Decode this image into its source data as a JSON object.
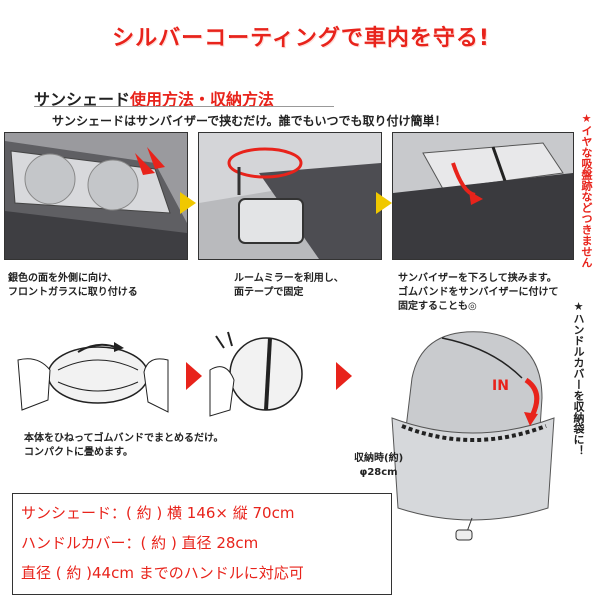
{
  "headline": "シルバーコーティングで車内を守る!",
  "section_title": {
    "part1": "サンシェード",
    "part2": "使用方法・収納方法"
  },
  "instruction": "サンシェードはサンバイザーで挟むだけ。誰でもいつでも取り付け簡単！",
  "side_note": "★イヤな吸盤跡などつきません",
  "steps": [
    {
      "caption": [
        "銀色の面を外側に向け、",
        "フロントガラスに取り付ける"
      ]
    },
    {
      "caption": [
        "ルームミラーを利用し、",
        "面テープで固定"
      ]
    },
    {
      "caption": [
        "サンバイザーを下ろして挟みます。",
        "ゴムバンドをサンバイザーに付けて",
        "固定することも◎"
      ]
    }
  ],
  "fold_caption": [
    "本体をひねってゴムバンドでまとめるだけ。",
    "コンパクトに畳めます。"
  ],
  "handle_note": "★ハンドルカバーを収納袋に！",
  "in_label": "IN",
  "stored_size": [
    "収納時(約)",
    "φ28cm"
  ],
  "specs": [
    "サンシェード：( 約 ) 横 146× 縦 70cm",
    "ハンドルカバー：( 約 ) 直径 28cm",
    "直径 ( 約 )44cm までのハンドルに対応可"
  ],
  "colors": {
    "accent_red": "#e8231b",
    "arrow_yellow": "#f0c800",
    "silver": "#c9cbce"
  }
}
